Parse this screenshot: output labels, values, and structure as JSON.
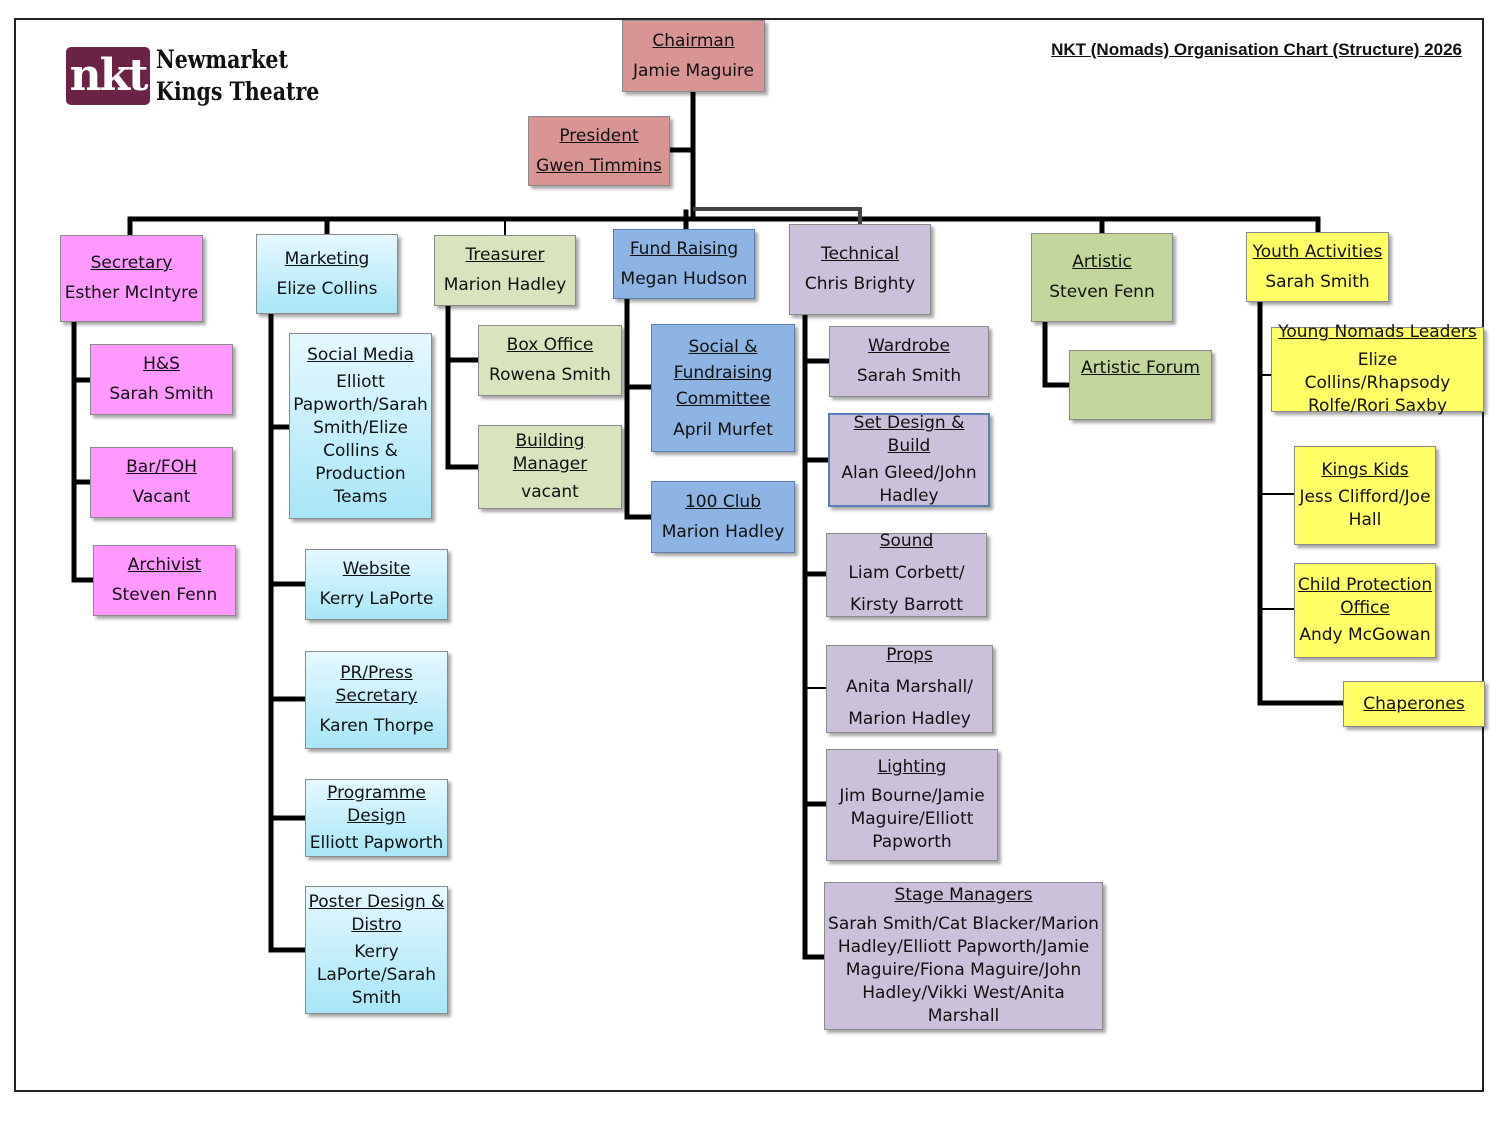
{
  "logo": {
    "mark": "nkt",
    "line1": "Newmarket",
    "line2": "Kings Theatre",
    "brand_color": "#6b2345"
  },
  "title": "NKT (Nomads) Organisation Chart (Structure) 2026",
  "colors": {
    "leadership": "#d99594",
    "secretary": "#ff99ff",
    "marketing": "#a8e6f6",
    "treasurer": "#d7e4bd",
    "fund_raising": "#8eb4e3",
    "technical": "#ccc1da",
    "artistic": "#c3d69b",
    "youth": "#ffff66"
  },
  "top": {
    "chairman": {
      "role": "Chairman",
      "person": "Jamie Maguire"
    },
    "president": {
      "role": "President",
      "person": "Gwen Timmins"
    }
  },
  "departments": {
    "secretary": {
      "role": "Secretary",
      "person": "Esther McIntyre",
      "children": [
        {
          "role": "H&S",
          "person": "Sarah Smith"
        },
        {
          "role": "Bar/FOH",
          "person": "Vacant"
        },
        {
          "role": "Archivist",
          "person": "Steven Fenn"
        }
      ]
    },
    "marketing": {
      "role": "Marketing",
      "person": "Elize Collins",
      "children": [
        {
          "role": "Social Media",
          "person": "Elliott Papworth/Sarah Smith/Elize Collins & Production Teams"
        },
        {
          "role": "Website",
          "person": "Kerry LaPorte"
        },
        {
          "role": "PR/Press Secretary",
          "person": "Karen Thorpe"
        },
        {
          "role": "Programme Design",
          "person": "Elliott Papworth"
        },
        {
          "role": "Poster Design & Distro",
          "person": "Kerry LaPorte/Sarah Smith"
        }
      ]
    },
    "treasurer": {
      "role": "Treasurer",
      "person": "Marion Hadley",
      "children": [
        {
          "role": "Box Office",
          "person": "Rowena Smith"
        },
        {
          "role": "Building Manager",
          "person": "vacant"
        }
      ]
    },
    "fund_raising": {
      "role": "Fund Raising",
      "person": "Megan Hudson",
      "children": [
        {
          "role": "Social & Fundraising Committee",
          "person": "April Murfet"
        },
        {
          "role": "100 Club",
          "person": "Marion Hadley"
        }
      ]
    },
    "technical": {
      "role": "Technical",
      "person": "Chris Brighty",
      "children": [
        {
          "role": "Wardrobe",
          "person": "Sarah Smith"
        },
        {
          "role": "Set Design & Build",
          "person": "Alan Gleed/John Hadley"
        },
        {
          "role": "Sound",
          "person": "Liam Corbett/ Kirsty Barrott"
        },
        {
          "role": "Props",
          "person": "Anita Marshall/ Marion Hadley"
        },
        {
          "role": "Lighting",
          "person": "Jim Bourne/Jamie Maguire/Elliott Papworth"
        },
        {
          "role": "Stage Managers",
          "person": "Sarah Smith/Cat Blacker/Marion Hadley/Elliott Papworth/Jamie Maguire/Fiona Maguire/John Hadley/Vikki West/Anita Marshall"
        }
      ]
    },
    "artistic": {
      "role": "Artistic",
      "person": "Steven Fenn",
      "children": [
        {
          "role": "Artistic Forum",
          "person": ""
        }
      ]
    },
    "youth": {
      "role": "Youth Activities",
      "person": "Sarah Smith",
      "children": [
        {
          "role": "Young Nomads Leaders",
          "person": "Elize Collins/Rhapsody Rolfe/Rori Saxby"
        },
        {
          "role": "Kings Kids",
          "person": "Jess Clifford/Joe Hall"
        },
        {
          "role": "Child Protection Office",
          "person": "Andy McGowan"
        },
        {
          "role": "Chaperones",
          "person": ""
        }
      ]
    }
  }
}
